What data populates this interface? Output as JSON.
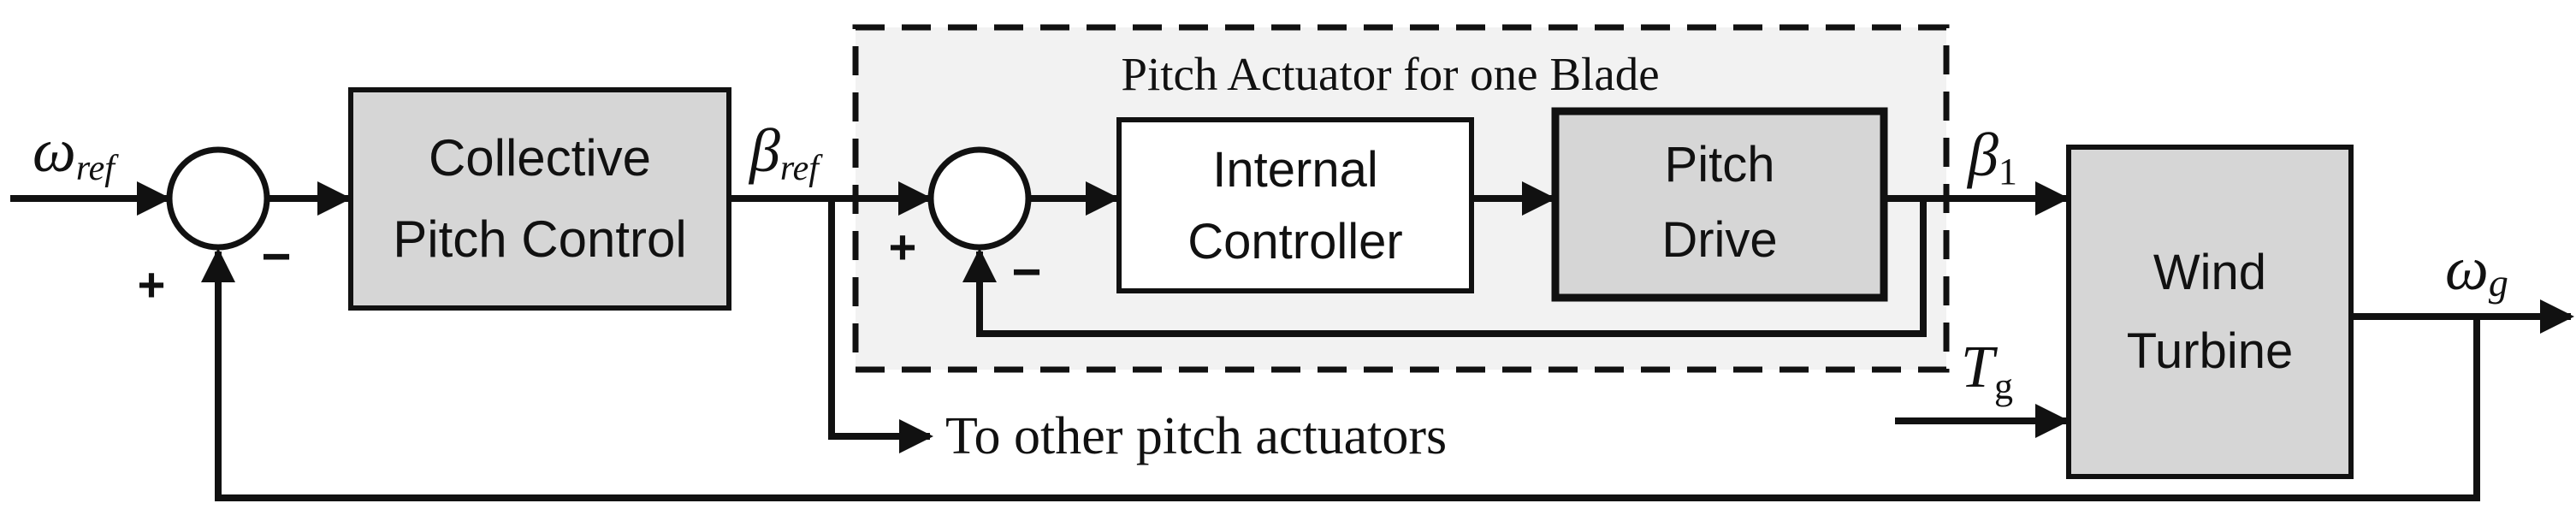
{
  "colors": {
    "stroke": "#111111",
    "block_fill": "#d6d6d6",
    "region_fill": "#f2f2f2",
    "background": "#ffffff"
  },
  "region": {
    "label": "Pitch Actuator for one Blade"
  },
  "blocks": {
    "collective": {
      "line1": "Collective",
      "line2": "Pitch Control"
    },
    "internal": {
      "line1": "Internal",
      "line2": "Controller"
    },
    "pitch_drive": {
      "line1": "Pitch",
      "line2": "Drive"
    },
    "wind_turbine": {
      "line1": "Wind",
      "line2": "Turbine"
    }
  },
  "summing_junctions": {
    "outer": {
      "plus": "+",
      "minus": "−"
    },
    "inner": {
      "plus": "+",
      "minus": "−"
    }
  },
  "signals": {
    "omega_ref": {
      "symbol": "ω",
      "sub": "ref"
    },
    "beta_ref": {
      "symbol": "β",
      "sub": "ref"
    },
    "beta_1": {
      "symbol": "β",
      "sub": "1"
    },
    "T_g": {
      "symbol": "T",
      "sub": "g"
    },
    "omega_g": {
      "symbol": "ω",
      "sub": "g"
    }
  },
  "annotations": {
    "other_actuators": "To other pitch actuators"
  }
}
